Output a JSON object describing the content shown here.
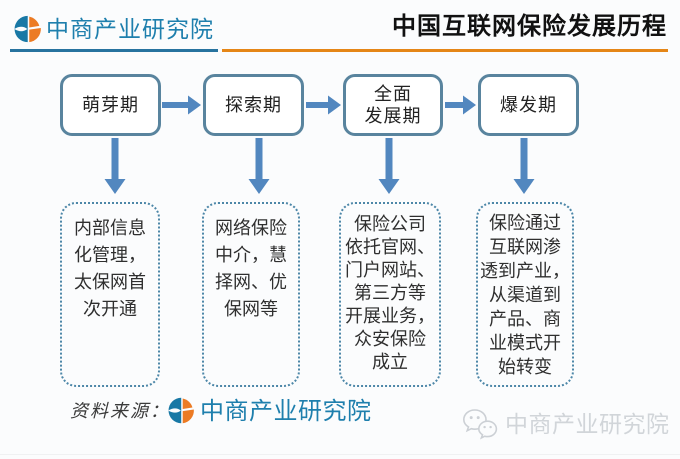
{
  "page": {
    "background": "#fbfcfd"
  },
  "header": {
    "brand_name": "中商产业研究院",
    "title": "中国互联网保险发展历程",
    "colors": {
      "brand_blue": "#1e7fad",
      "brand_orange": "#ec7b24",
      "divider_blue": "#27739f",
      "divider_orange": "#e58617",
      "title": "#111111"
    }
  },
  "flow": {
    "colors": {
      "stage_border": "#59849e",
      "arrow": "#5287bf",
      "dashed_border": "#4d87a8",
      "text": "#2f2f2f"
    },
    "stages": [
      {
        "label": "萌芽期",
        "label_lines": [
          "萌芽期"
        ],
        "description": "内部信息化管理，太保网首次开通",
        "description_lines": [
          "内部信息",
          "化管理，",
          "太保网首",
          "次开通"
        ]
      },
      {
        "label": "探索期",
        "label_lines": [
          "探索期"
        ],
        "description": "网络保险中介，慧择网、优保网等",
        "description_lines": [
          "网络保险",
          "中介，慧",
          "择网、优",
          "保网等"
        ]
      },
      {
        "label": "全面发展期",
        "label_lines": [
          "全面",
          "发展期"
        ],
        "description": "保险公司依托官网、门户网站、第三方等开展业务，众安保险成立",
        "description_lines": [
          "保险公司",
          "依托官网、",
          "门户网站、",
          "第三方等",
          "开展业务，",
          "众安保险",
          "成立"
        ]
      },
      {
        "label": "爆发期",
        "label_lines": [
          "爆发期"
        ],
        "description": "保险通过互联网渗透到产业，从渠道到产品、商业模式开始转变",
        "description_lines": [
          "保险通过",
          "互联网渗",
          "透到产业，",
          "从渠道到",
          "产品、商",
          "业模式开",
          "始转变"
        ]
      }
    ]
  },
  "footer": {
    "source_label": "资料来源：",
    "source_brand": "中商产业研究院",
    "watermark_text": "中商产业研究院",
    "colors": {
      "watermark": "#ccd0d5"
    }
  }
}
